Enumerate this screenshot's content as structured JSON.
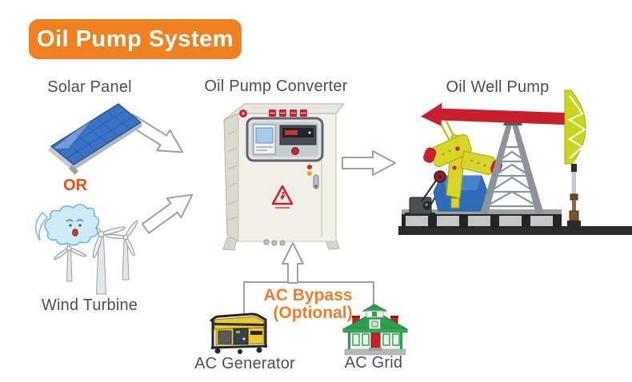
{
  "title": {
    "text": "Oil Pump System"
  },
  "nodes": {
    "solar_panel": {
      "label": "Solar Panel"
    },
    "or_separator": {
      "label": "OR"
    },
    "wind_turbine": {
      "label": "Wind Turbine"
    },
    "converter": {
      "label": "Oil Pump Converter"
    },
    "oil_well_pump": {
      "label": "Oil Well Pump"
    },
    "ac_bypass": {
      "label_line1": "AC Bypass",
      "label_line2": "(Optional)"
    },
    "ac_generator": {
      "label": "AC Generator"
    },
    "ac_grid": {
      "label": "AC Grid"
    }
  },
  "connections": [
    {
      "from": "Solar Panel",
      "to": "Oil Pump Converter"
    },
    {
      "from": "Wind Turbine",
      "to": "Oil Pump Converter"
    },
    {
      "from": "Oil Pump Converter",
      "to": "Oil Well Pump"
    },
    {
      "from": "AC Generator / AC Grid",
      "to": "Oil Pump Converter",
      "note": "AC Bypass (Optional)"
    }
  ],
  "colors": {
    "banner_bg": "#ee8122",
    "banner_text": "#ffffff",
    "label_text": "#4f4f51",
    "or_text": "#f04b10",
    "bypass_text": "#ef7d2e",
    "arrow_outline": "#9aa0a6",
    "solar_blue": "#3a72c4",
    "pump_red": "#c81f2e",
    "pump_yellow": "#d9d428",
    "pump_blue": "#2e6cb8",
    "grid_green": "#2f9e4f",
    "generator_yellow": "#e9c832",
    "cabinet_body": "#f1f0e8"
  }
}
